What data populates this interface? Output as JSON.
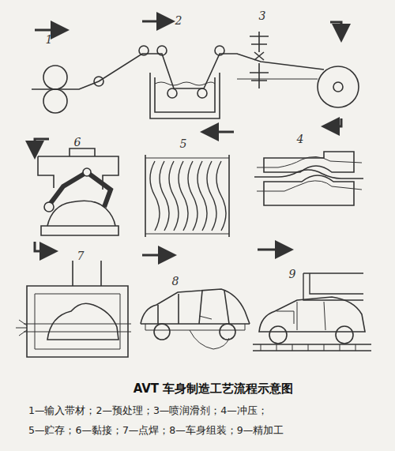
{
  "diagram": {
    "title": "AVT 车身制造工艺流程示意图",
    "labels": [
      "1",
      "2",
      "3",
      "4",
      "5",
      "6",
      "7",
      "8",
      "9",
      "1—输入带材；2—预处理；3—喷润滑剂；4—冲压；",
      "5—贮存；6—黏接；7—点焊；8—车身组装；9—精加工"
    ]
  }
}
